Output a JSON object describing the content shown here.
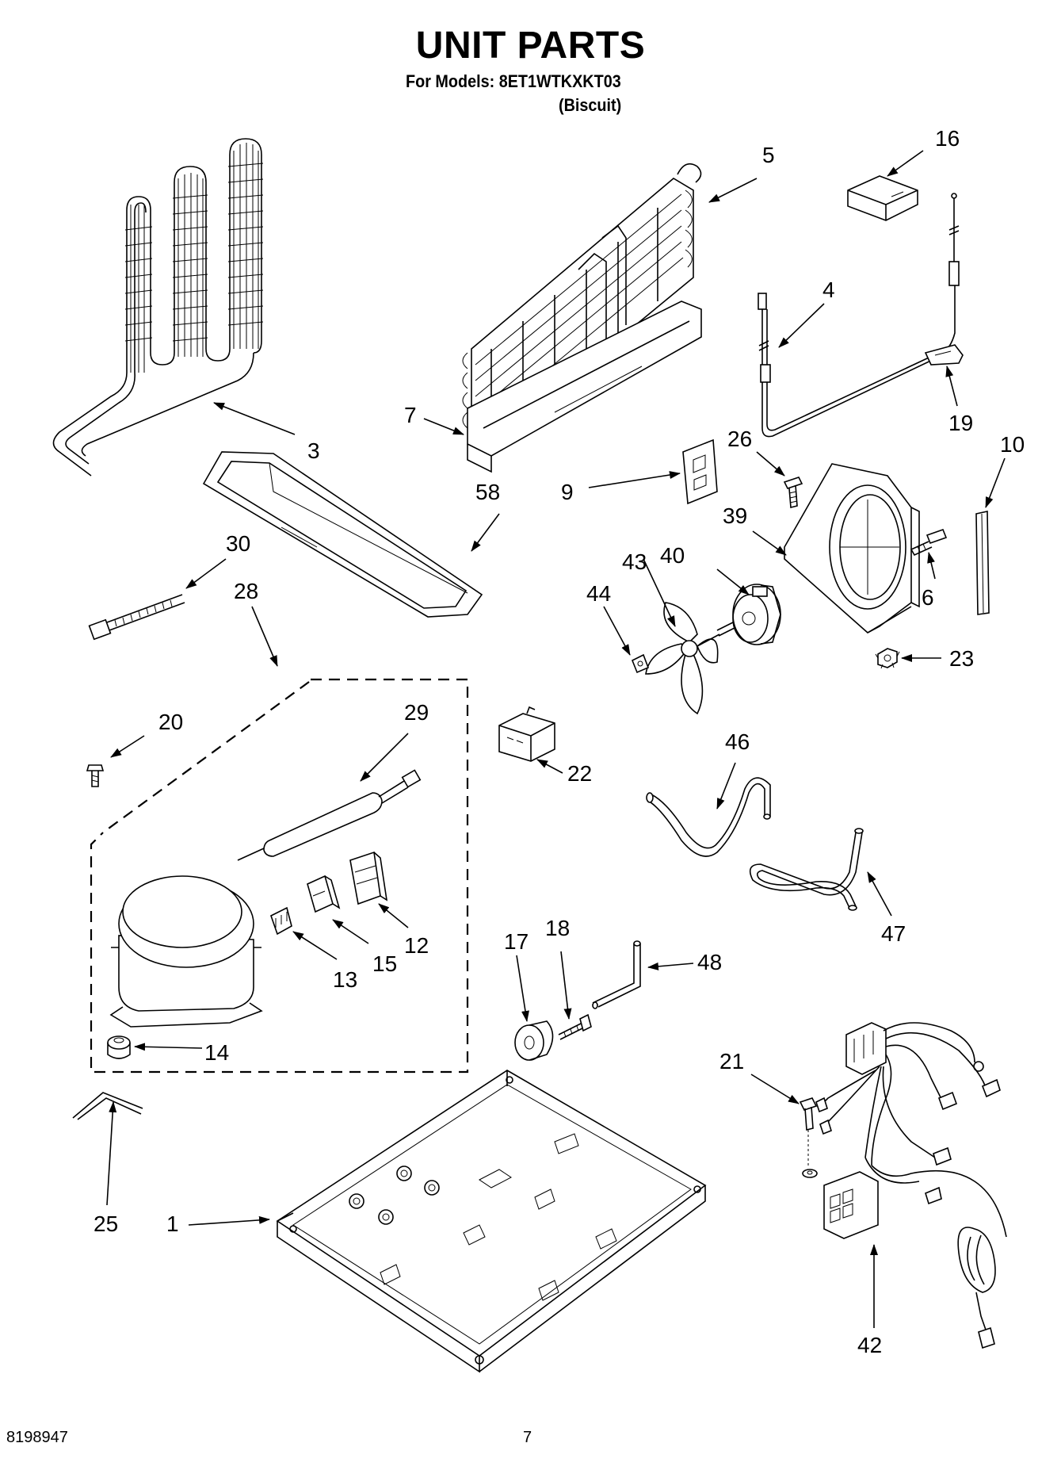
{
  "header": {
    "title": "UNIT PARTS",
    "models_line": "For Models: 8ET1WTKXKT03",
    "color_line": "(Biscuit)"
  },
  "footer": {
    "doc_number": "8198947",
    "page_number": "7"
  },
  "callouts": {
    "p1": "1",
    "p3": "3",
    "p4": "4",
    "p5": "5",
    "p6": "6",
    "p7": "7",
    "p9": "9",
    "p10": "10",
    "p12": "12",
    "p13": "13",
    "p14": "14",
    "p15": "15",
    "p16": "16",
    "p17": "17",
    "p18": "18",
    "p19": "19",
    "p20": "20",
    "p21": "21",
    "p22": "22",
    "p23": "23",
    "p25": "25",
    "p26": "26",
    "p28": "28",
    "p29": "29",
    "p30": "30",
    "p39": "39",
    "p40": "40",
    "p42": "42",
    "p43": "43",
    "p44": "44",
    "p46": "46",
    "p47": "47",
    "p48": "48",
    "p58": "58"
  }
}
